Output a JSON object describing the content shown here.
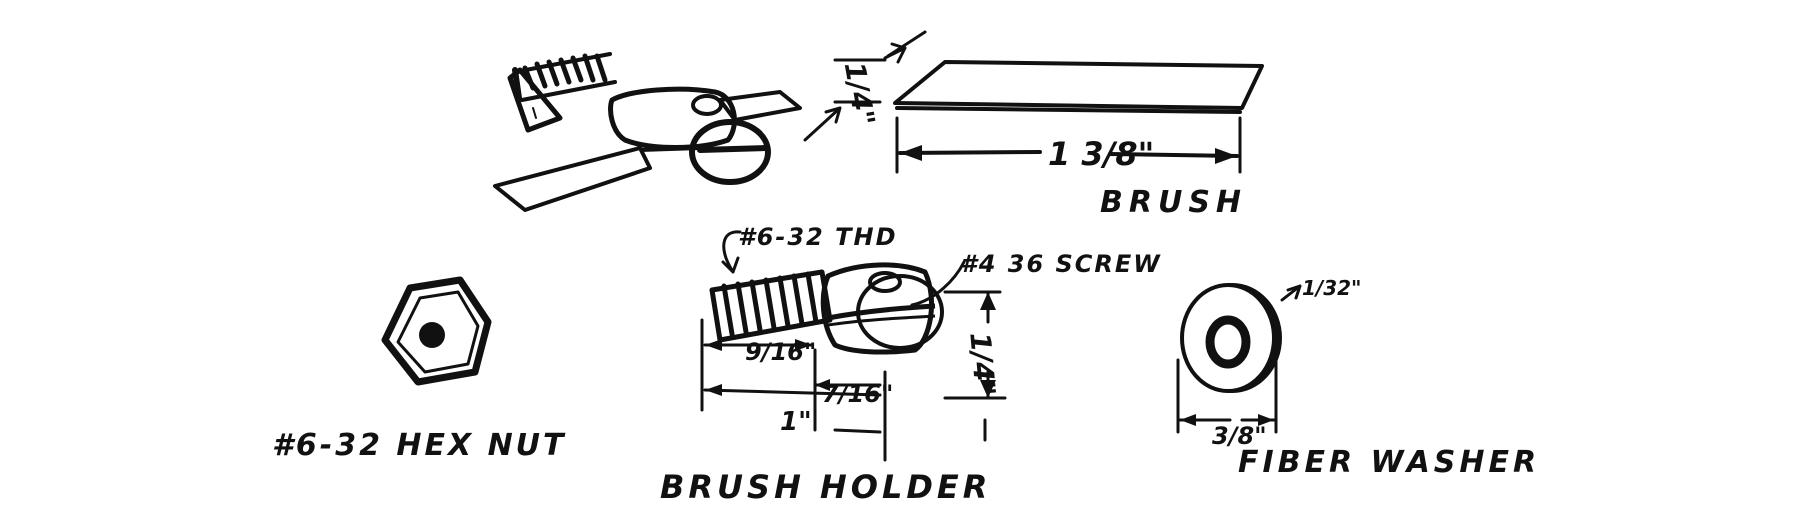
{
  "labels": {
    "brush": "BRUSH",
    "brush_length": "1 3/8\"",
    "brush_thickness": "1/4\"",
    "thread": "#6-32 THD",
    "screw": "#4 36 SCREW",
    "hex_nut": "#6-32 HEX NUT",
    "brush_holder": "BRUSH HOLDER",
    "holder_dim_9_16": "9/16\"",
    "holder_dim_7_16": "7/16\"",
    "holder_dim_1": "1\"",
    "holder_dim_quarter": "1/4\"",
    "washer_thickness": "1/32\"",
    "washer_dia": "3/8\"",
    "fiber_washer": "FIBER WASHER"
  },
  "colors": {
    "ink": "#111111",
    "background": "#ffffff"
  }
}
